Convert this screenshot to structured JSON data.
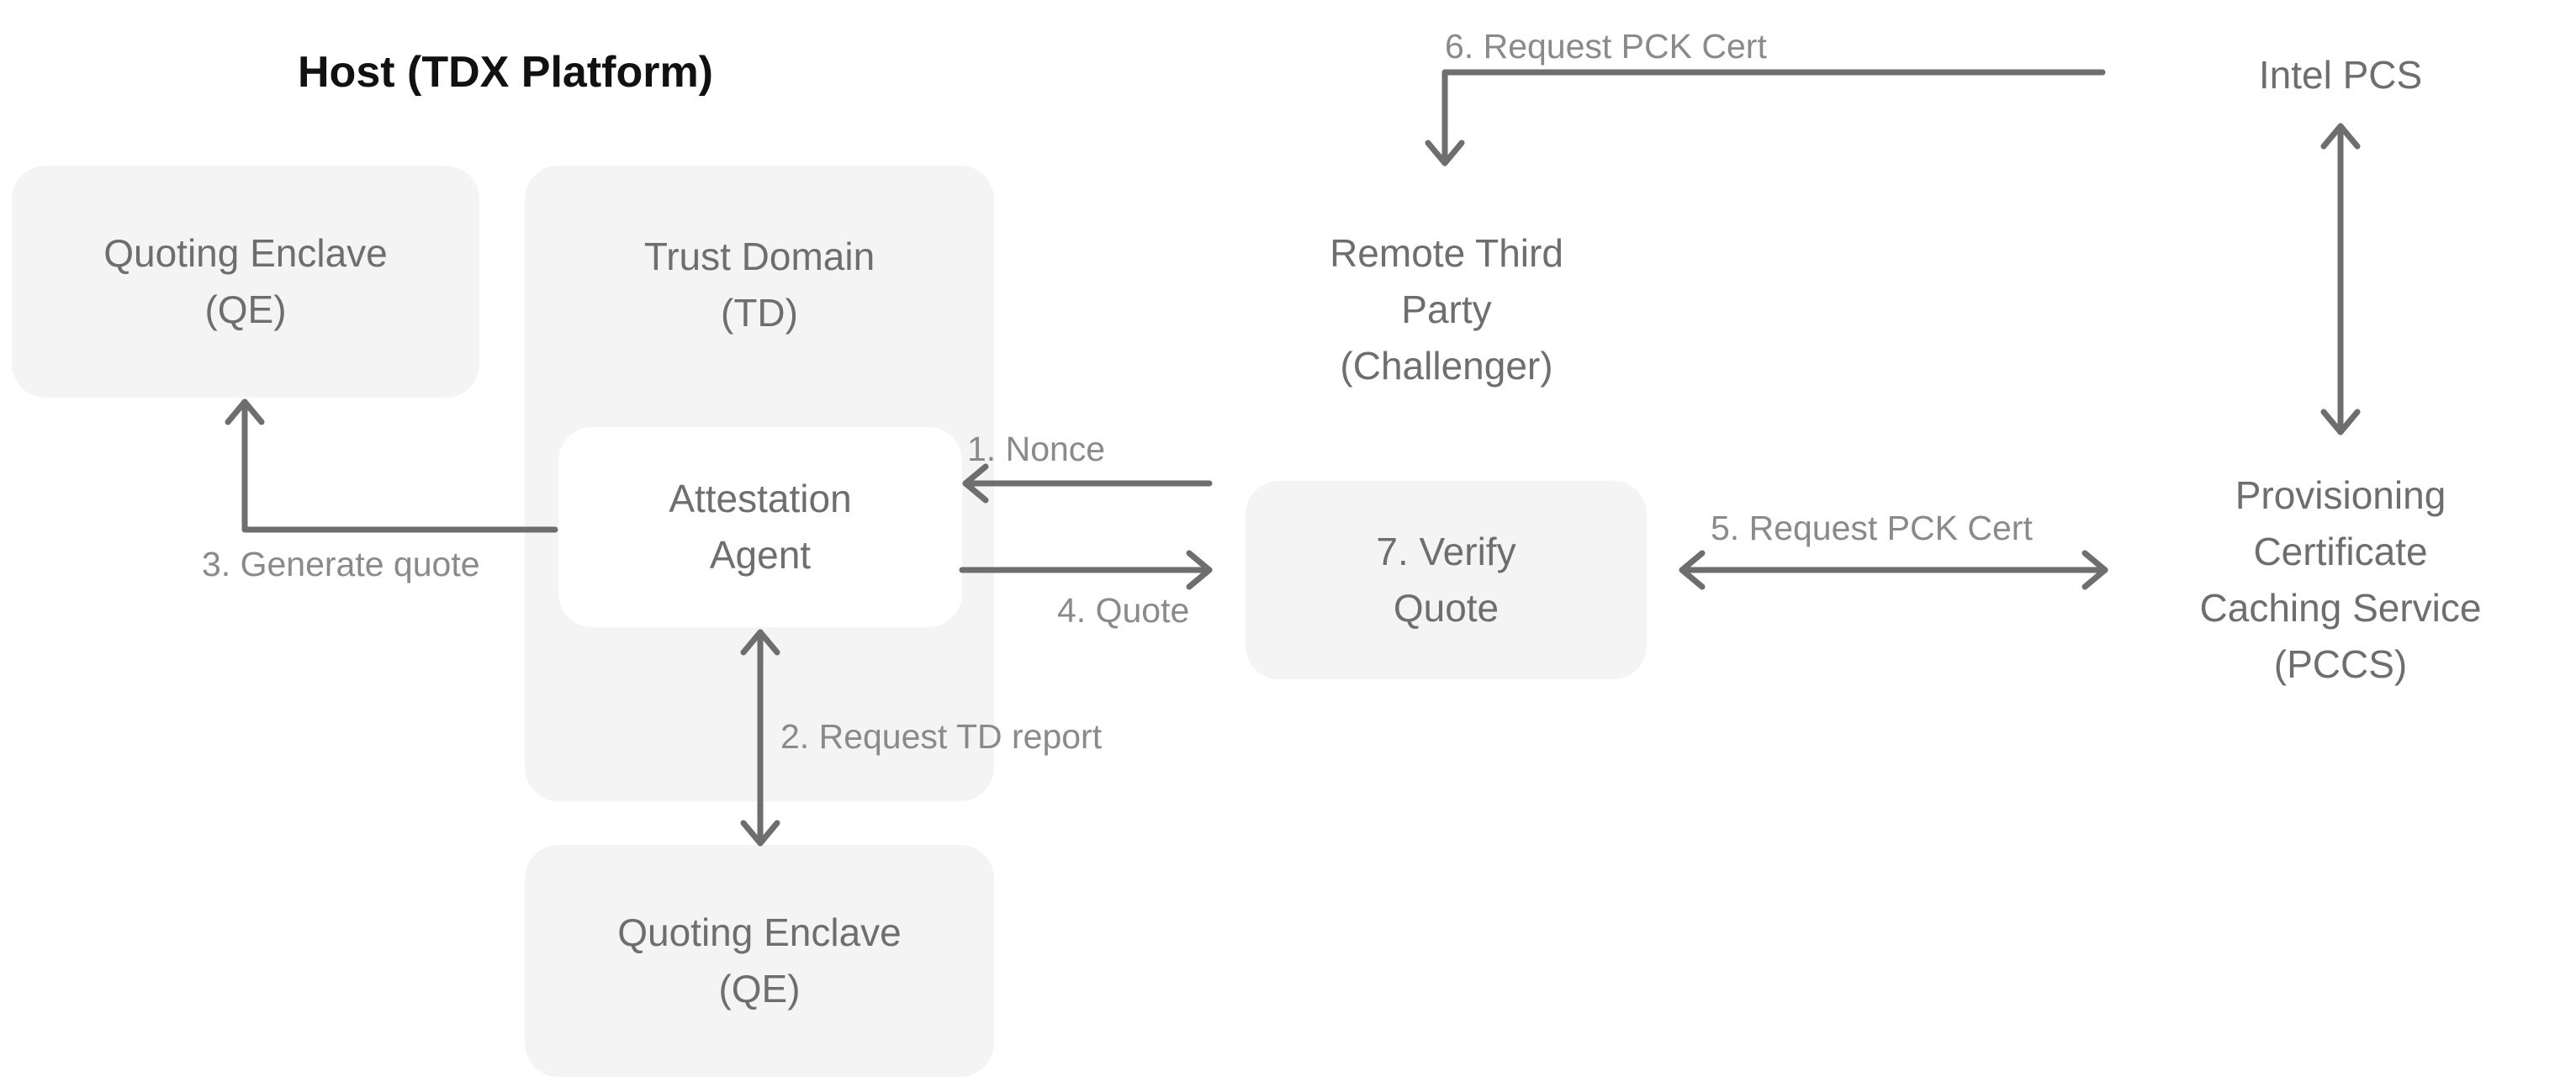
{
  "title": "Host (TDX Platform)",
  "nodes": {
    "qe_left": "Quoting Enclave\n(QE)",
    "td": "Trust Domain\n(TD)",
    "agent": "Attestation\nAgent",
    "qe_bottom": "Quoting Enclave\n(QE)",
    "challenger": "Remote Third\nParty\n(Challenger)",
    "verify": "7. Verify\nQuote",
    "intel_pcs": "Intel PCS",
    "pccs": "Provisioning\nCertificate\nCaching Service\n(PCCS)"
  },
  "edges": {
    "nonce": "1. Nonce",
    "request_td_report": "2. Request TD report",
    "generate_quote": "3. Generate quote",
    "quote": "4. Quote",
    "request_pck_5": "5. Request PCK Cert",
    "request_pck_6": "6. Request PCK Cert"
  },
  "colors": {
    "box_fill": "#f4f4f4",
    "arrow": "#6e6e6e",
    "node_text": "#6e6e6e",
    "edge_text": "#8a8a8a",
    "title": "#111111"
  }
}
